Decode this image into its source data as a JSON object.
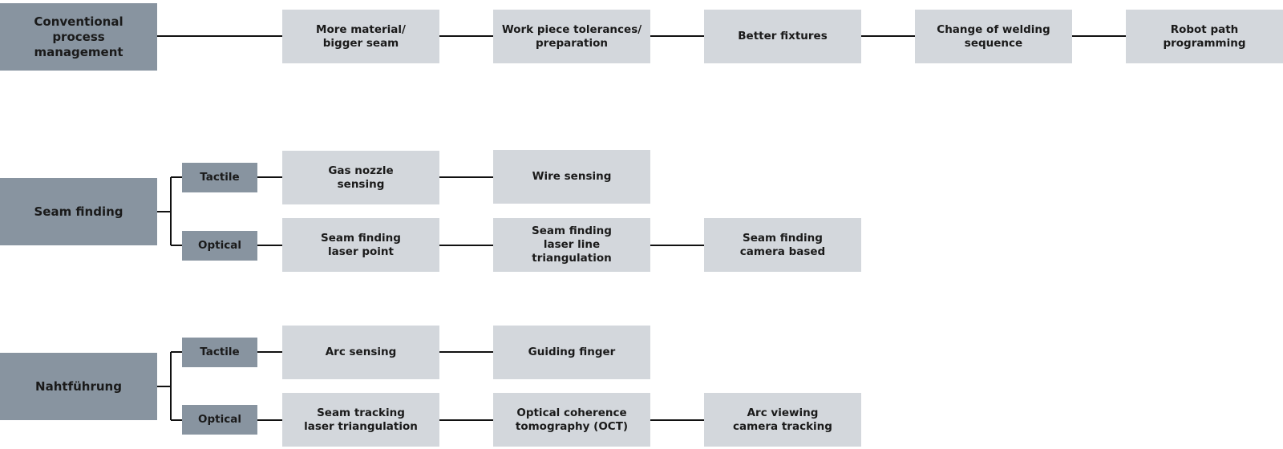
{
  "colors": {
    "category_fill": "#8894a0",
    "item_fill": "#d3d7dc",
    "line": "#111111",
    "text": "#1a1a1a"
  },
  "rows": {
    "conventional": {
      "label": "Conventional\nprocess\nmanagement",
      "items": [
        "More material/\nbigger seam",
        "Work piece tolerances/\npreparation",
        "Better fixtures",
        "Change of welding\nsequence",
        "Robot path\nprogramming"
      ]
    },
    "seam_finding": {
      "label": "Seam finding",
      "tactile": {
        "label": "Tactile",
        "items": [
          "Gas nozzle\nsensing",
          "Wire sensing"
        ]
      },
      "optical": {
        "label": "Optical",
        "items": [
          "Seam finding\nlaser point",
          "Seam finding\nlaser line\ntriangulation",
          "Seam finding\ncamera based"
        ]
      }
    },
    "nahtfuehrung": {
      "label": "Nahtführung",
      "tactile": {
        "label": "Tactile",
        "items": [
          "Arc sensing",
          "Guiding finger"
        ]
      },
      "optical": {
        "label": "Optical",
        "items": [
          "Seam tracking\nlaser triangulation",
          "Optical coherence\ntomography (OCT)",
          "Arc viewing\ncamera tracking"
        ]
      }
    }
  }
}
